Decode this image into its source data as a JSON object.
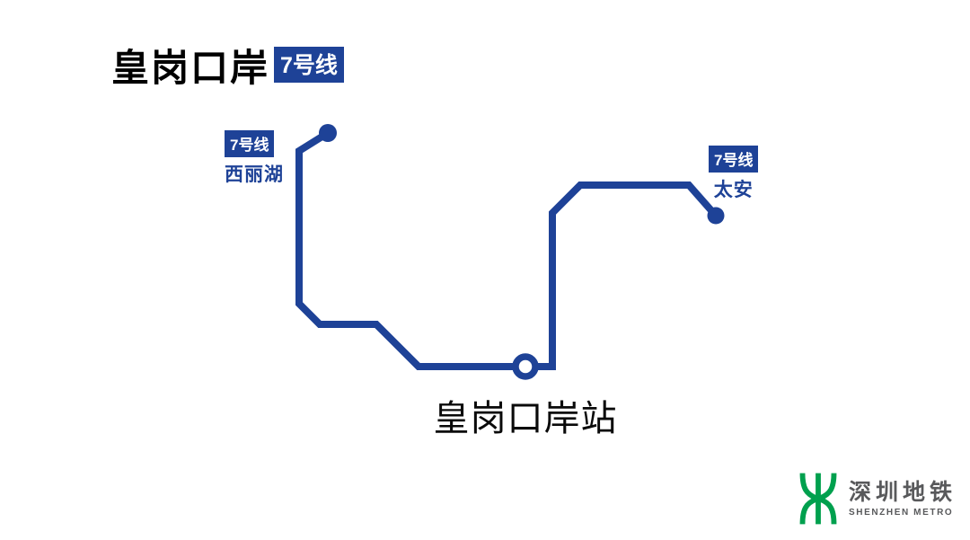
{
  "page": {
    "background": "#ffffff"
  },
  "header": {
    "station_title": "皇岗口岸",
    "line_badge": "7号线"
  },
  "diagram": {
    "line_name": "7号线",
    "line_color": "#1e4297",
    "west_terminus": {
      "badge": "7号线",
      "name": "西丽湖"
    },
    "east_terminus": {
      "badge": "7号线",
      "name": "太安"
    },
    "current_station": {
      "name": "皇岗口岸站"
    }
  },
  "brand": {
    "name_cn": "深圳地铁",
    "name_en": "SHENZHEN METRO",
    "logo_green": "#00a04e",
    "text_gray": "#58595b"
  }
}
